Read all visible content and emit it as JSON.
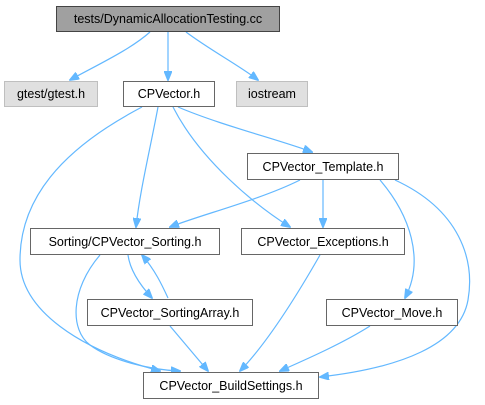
{
  "graph": {
    "edge_color": "#63b8ff",
    "nodes": {
      "dynamic_allocation_testing": {
        "label": "tests/DynamicAllocationTesting.cc"
      },
      "gtest": {
        "label": "gtest/gtest.h"
      },
      "cpvector": {
        "label": "CPVector.h"
      },
      "iostream": {
        "label": "iostream"
      },
      "cpvector_template": {
        "label": "CPVector_Template.h"
      },
      "sorting": {
        "label": "Sorting/CPVector_Sorting.h"
      },
      "exceptions": {
        "label": "CPVector_Exceptions.h"
      },
      "sorting_array": {
        "label": "CPVector_SortingArray.h"
      },
      "move": {
        "label": "CPVector_Move.h"
      },
      "build_settings": {
        "label": "CPVector_BuildSettings.h"
      }
    },
    "edges": [
      [
        "dynamic_allocation_testing",
        "gtest"
      ],
      [
        "dynamic_allocation_testing",
        "cpvector"
      ],
      [
        "dynamic_allocation_testing",
        "iostream"
      ],
      [
        "cpvector",
        "cpvector_template"
      ],
      [
        "cpvector",
        "sorting"
      ],
      [
        "cpvector",
        "exceptions"
      ],
      [
        "cpvector",
        "build_settings"
      ],
      [
        "cpvector_template",
        "sorting"
      ],
      [
        "cpvector_template",
        "exceptions"
      ],
      [
        "cpvector_template",
        "move"
      ],
      [
        "cpvector_template",
        "build_settings"
      ],
      [
        "sorting",
        "sorting_array"
      ],
      [
        "sorting_array",
        "sorting"
      ],
      [
        "sorting",
        "build_settings"
      ],
      [
        "sorting_array",
        "build_settings"
      ],
      [
        "exceptions",
        "build_settings"
      ],
      [
        "move",
        "build_settings"
      ]
    ]
  }
}
